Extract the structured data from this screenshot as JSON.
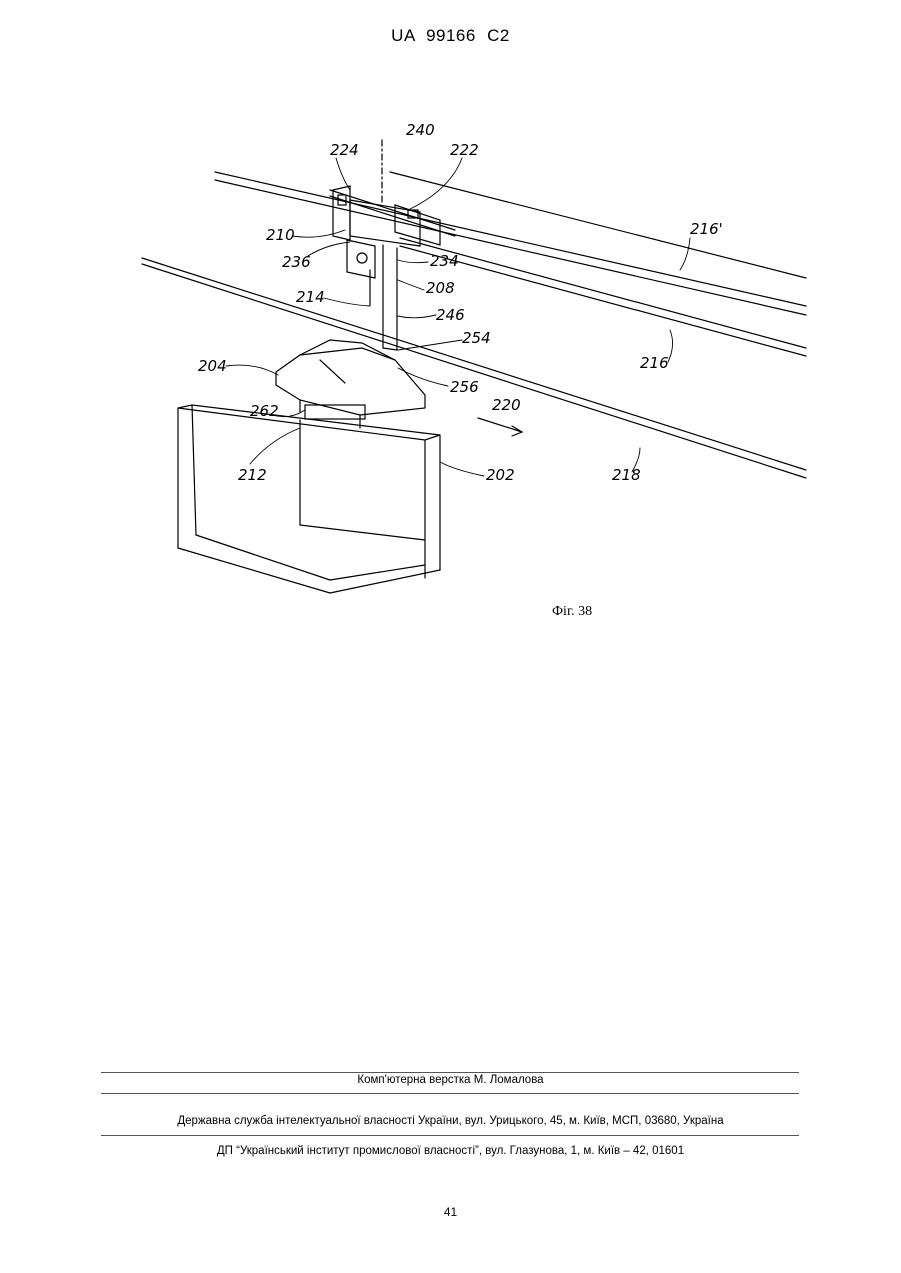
{
  "header": {
    "doc_id": "UA   99166   C2"
  },
  "figure": {
    "caption": "Фіг. 38",
    "labels": {
      "l240": "240",
      "l224": "224",
      "l222": "222",
      "l210": "210",
      "l236": "236",
      "l234": "234",
      "l208": "208",
      "l214": "214",
      "l246": "246",
      "l254": "254",
      "l204": "204",
      "l256": "256",
      "l220": "220",
      "l262": "262",
      "l212": "212",
      "l202": "202",
      "l216p": "216'",
      "l216": "216",
      "l218": "218"
    }
  },
  "footer": {
    "layout_credit": "Комп'ютерна верстка М. Ломалова",
    "agency": "Державна служба інтелектуальної власності України, вул. Урицького, 45, м. Київ, МСП, 03680, Україна",
    "institute": "ДП “Український інститут промислової власності”, вул. Глазунова, 1, м. Київ – 42, 01601",
    "page_number": "41"
  }
}
